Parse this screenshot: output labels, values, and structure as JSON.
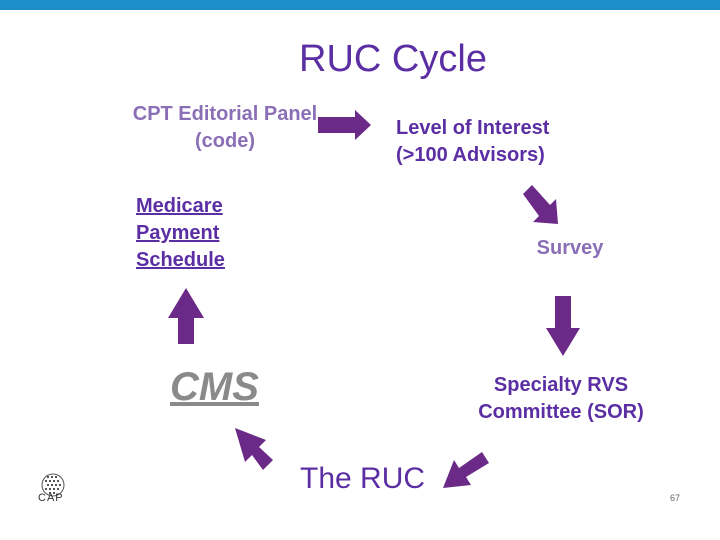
{
  "title": "RUC Cycle",
  "nodes": {
    "cpt": "CPT Editorial Panel (code)",
    "loi": "Level of Interest (>100 Advisors)",
    "survey": "Survey",
    "rvs": "Specialty RVS Committee (SOR)",
    "ruc": "The RUC",
    "cms": "CMS",
    "medicare": "Medicare Payment Schedule"
  },
  "footer": {
    "logo_text": "CAP",
    "page_number": "67"
  },
  "colors": {
    "accent_bar": "#1f8fc9",
    "title": "#5b2fa3",
    "arrow": "#6b2a87"
  },
  "icons": [
    "arrow-right-icon",
    "arrow-down-right-icon",
    "arrow-down-icon",
    "arrow-down-left-icon",
    "arrow-up-left-icon",
    "arrow-up-icon",
    "cap-logo-icon"
  ]
}
